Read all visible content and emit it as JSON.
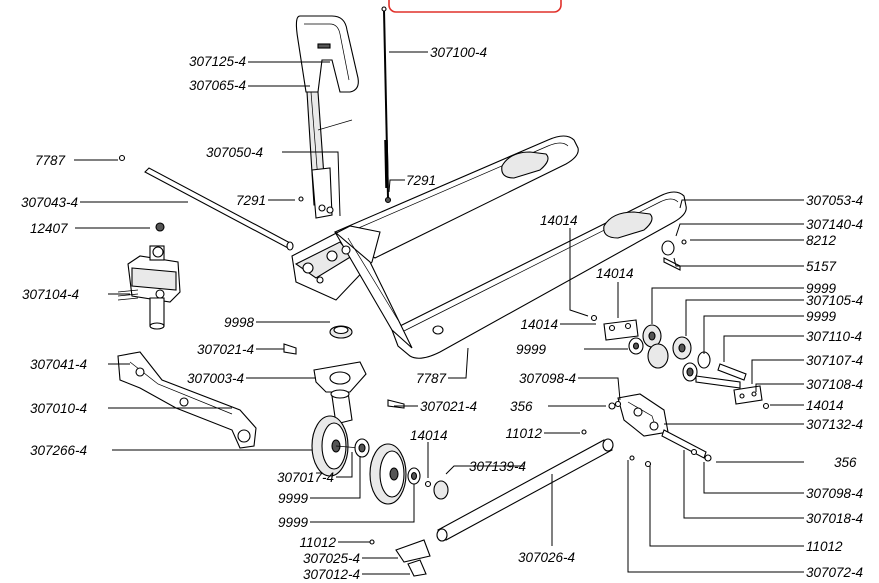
{
  "diagram": {
    "highlight_color": "#e0302a",
    "labels": {
      "p307100": "307100-4",
      "p307125": "307125-4",
      "p307065": "307065-4",
      "p307050": "307050-4",
      "p7787a": "7787",
      "p7291a": "7291",
      "p7291b": "7291",
      "p307043": "307043-4",
      "p12407": "12407",
      "p307053": "307053-4",
      "p14014a": "14014",
      "p307140": "307140-4",
      "p8212": "8212",
      "p5157": "5157",
      "p14014b": "14014",
      "p9999a": "9999",
      "p307105": "307105-4",
      "p307104": "307104-4",
      "p9998": "9998",
      "p14014c": "14014",
      "p9999b": "9999",
      "p307110": "307110-4",
      "p9999c": "9999",
      "p307021a": "307021-4",
      "p307041": "307041-4",
      "p307107": "307107-4",
      "p307003": "307003-4",
      "p7787b": "7787",
      "p307098a": "307098-4",
      "p307108": "307108-4",
      "p307010": "307010-4",
      "p307021b": "307021-4",
      "p356a": "356",
      "p14014d": "14014",
      "p307132": "307132-4",
      "p11012a": "11012",
      "p307266": "307266-4",
      "p14014e": "14014",
      "p356b": "356",
      "p307017": "307017-4",
      "p307139": "307139-4",
      "p307098b": "307098-4",
      "p9999d": "9999",
      "p9999e": "9999",
      "p307018": "307018-4",
      "p11012b": "11012",
      "p307025": "307025-4",
      "p307026": "307026-4",
      "p11012c": "11012",
      "p307012": "307012-4",
      "p307072": "307072-4"
    }
  }
}
